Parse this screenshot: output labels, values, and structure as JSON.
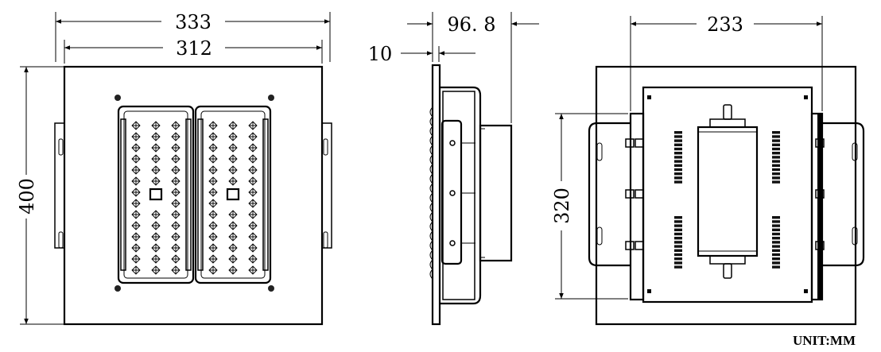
{
  "dimensions": {
    "front_width_outer": "333",
    "front_width_inner": "312",
    "front_height": "400",
    "side_depth": "96. 8",
    "side_plate": "10",
    "back_width": "233",
    "back_height": "320"
  },
  "unit_label": "UNIT:MM",
  "colors": {
    "line": "#000000",
    "background": "#ffffff"
  }
}
